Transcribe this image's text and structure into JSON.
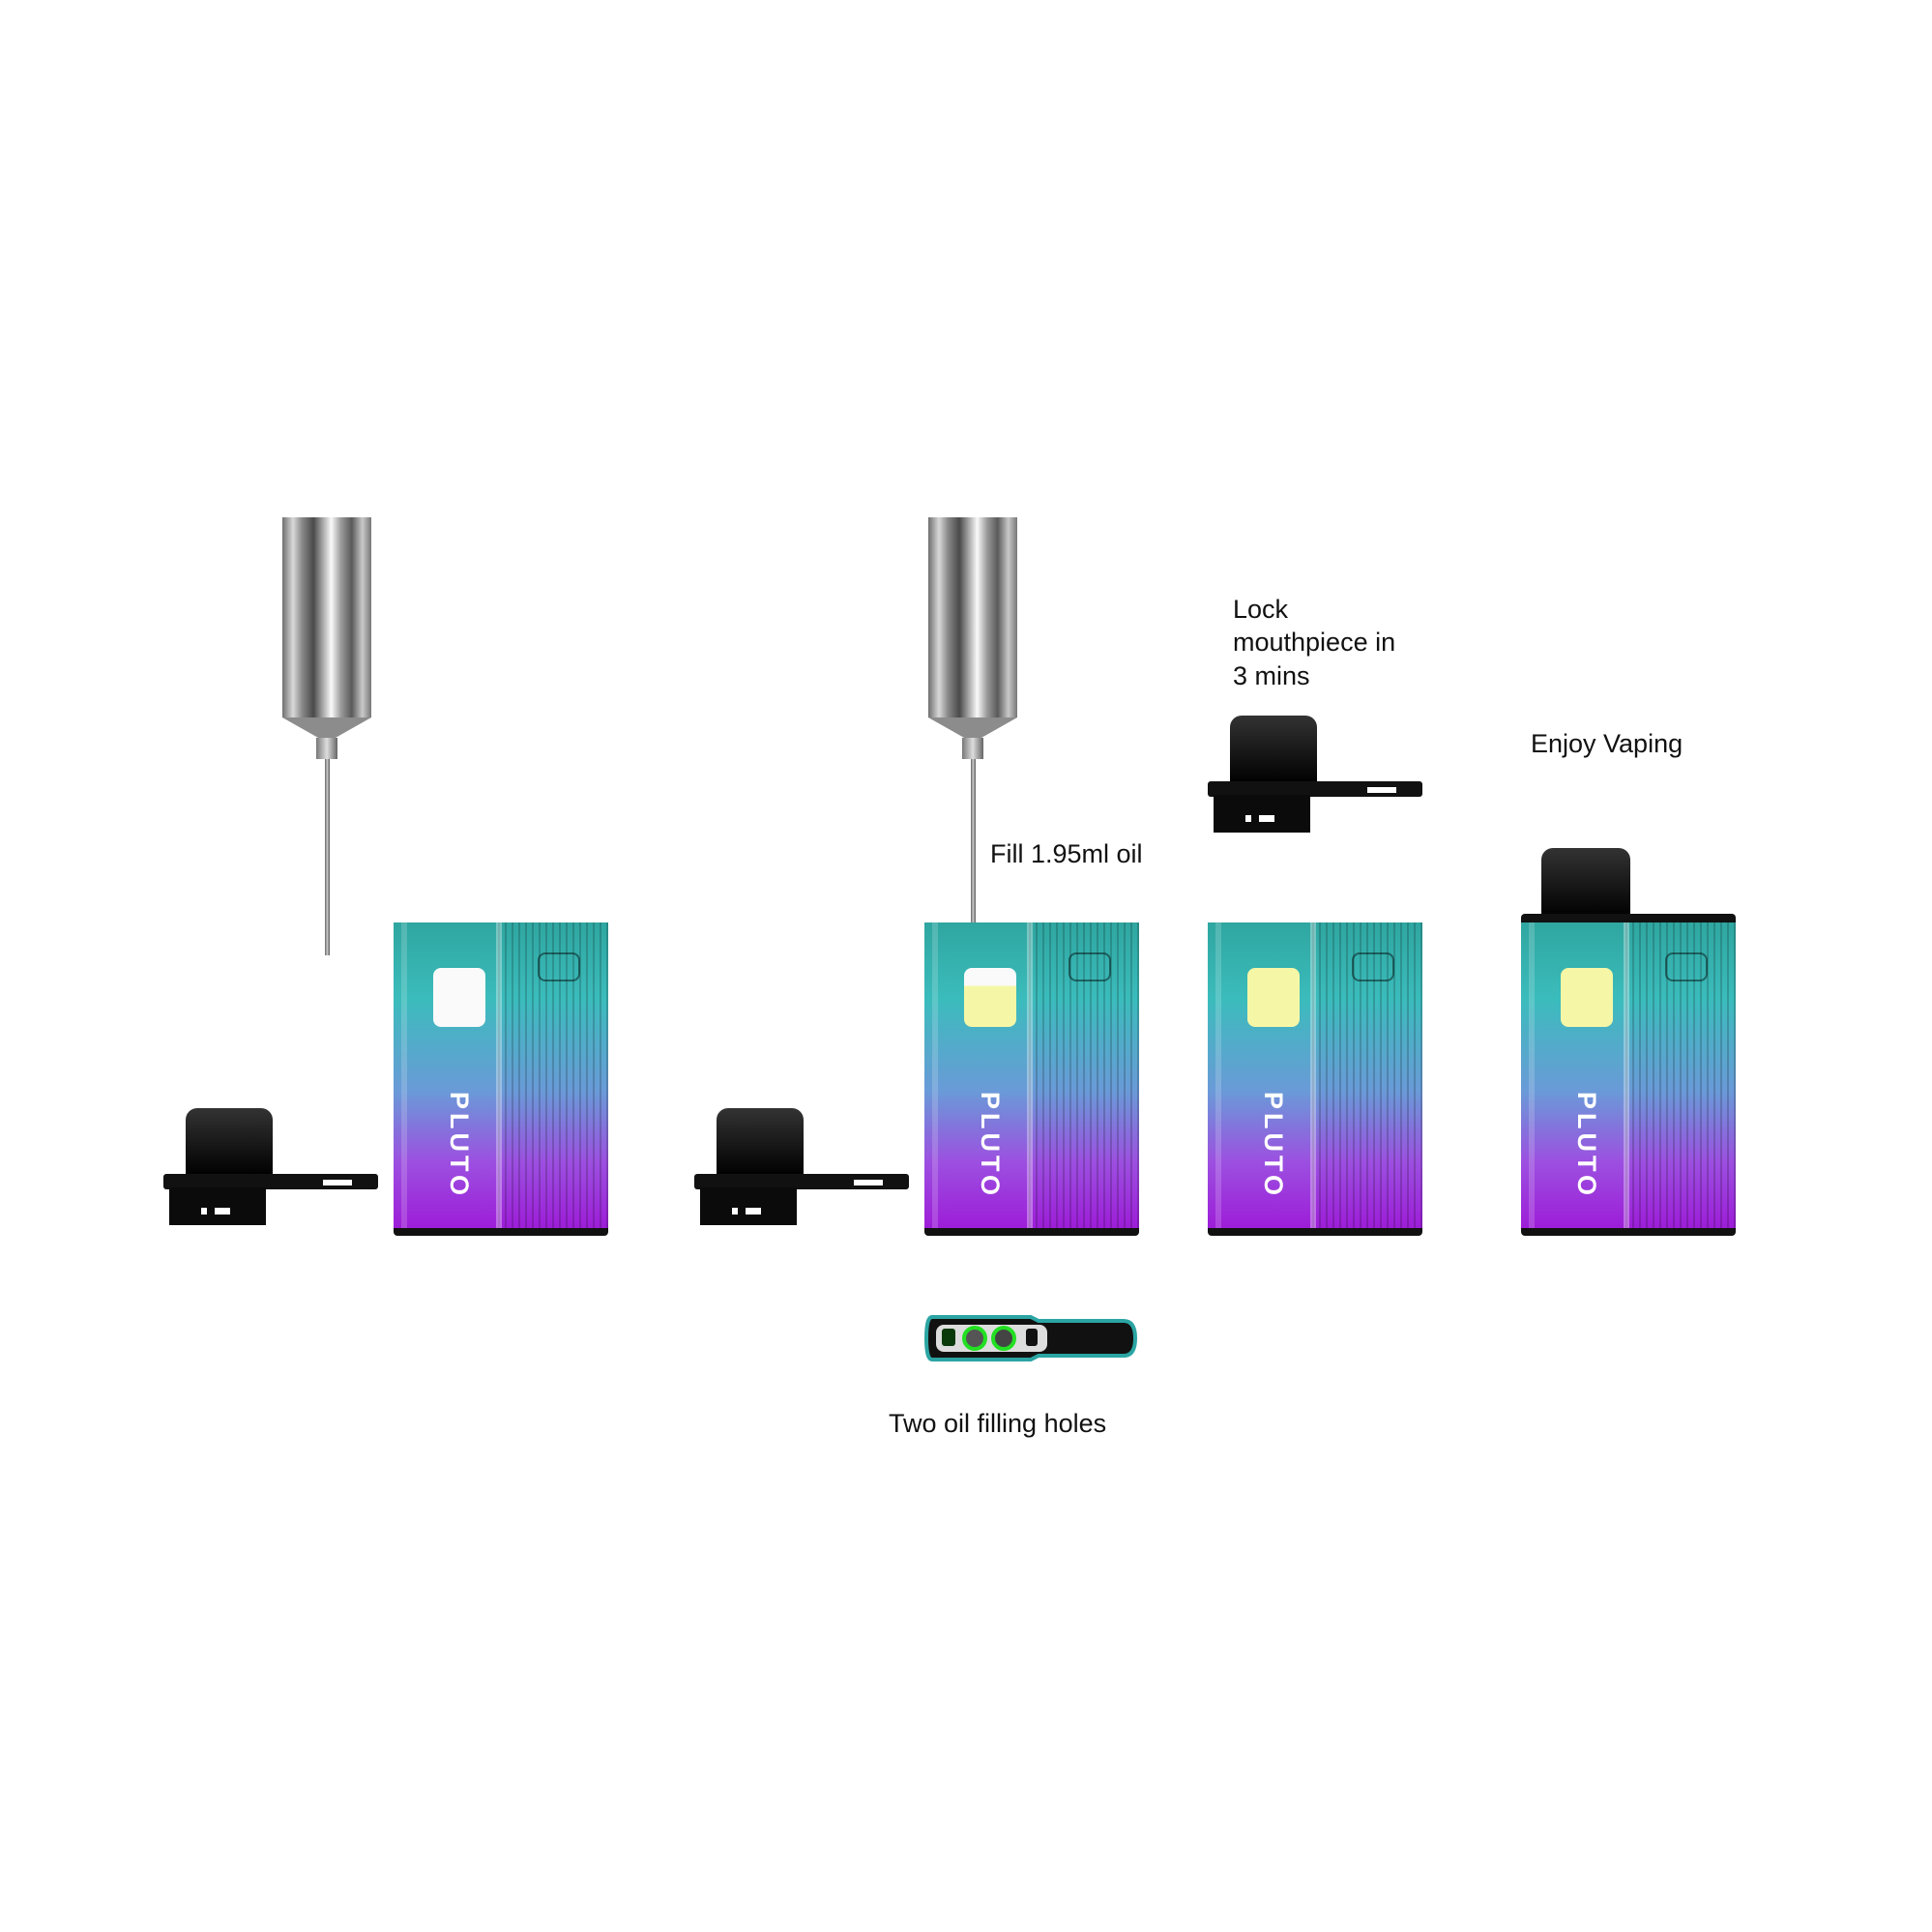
{
  "steps": {
    "fill_label": "Fill 1.95ml oil",
    "holes_label": "Two oil filling holes",
    "lock_label": [
      "Lock",
      "mouthpiece in",
      "3 mins"
    ],
    "enjoy_label": "Enjoy Vaping"
  },
  "device": {
    "brand": "PLUTO"
  },
  "colors": {
    "screen_empty": "#fafafa",
    "screen_full": "#f6f7a6",
    "hole_highlight": "#22e022"
  }
}
